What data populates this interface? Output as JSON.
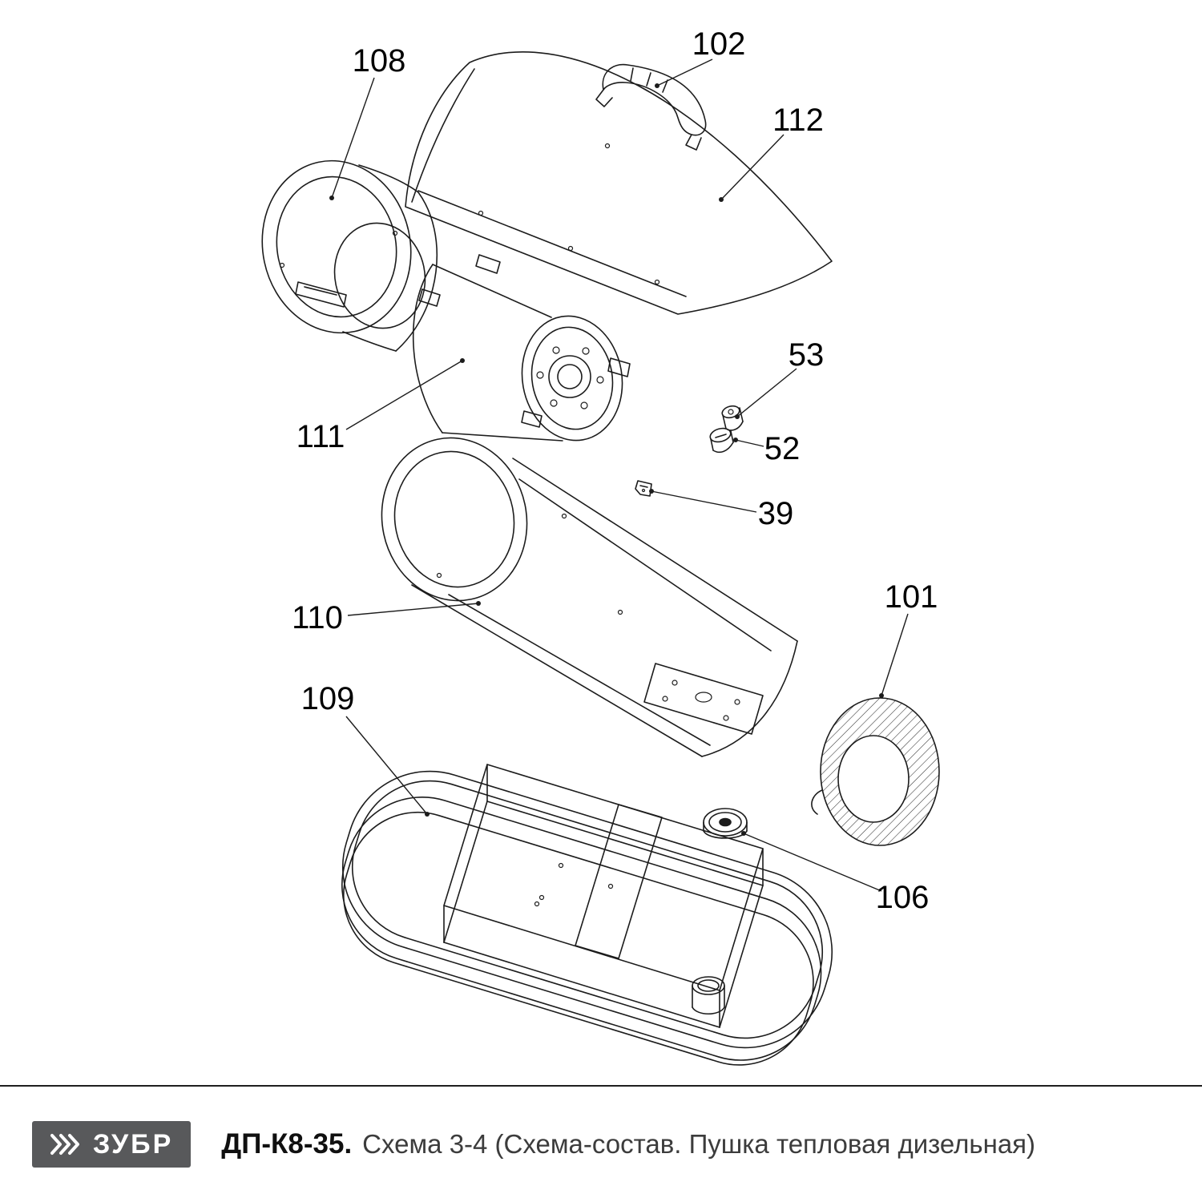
{
  "callouts": [
    {
      "id": "108",
      "label": "108"
    },
    {
      "id": "102",
      "label": "102"
    },
    {
      "id": "112",
      "label": "112"
    },
    {
      "id": "53",
      "label": "53"
    },
    {
      "id": "52",
      "label": "52"
    },
    {
      "id": "39",
      "label": "39"
    },
    {
      "id": "111",
      "label": "111"
    },
    {
      "id": "110",
      "label": "110"
    },
    {
      "id": "101",
      "label": "101"
    },
    {
      "id": "109",
      "label": "109"
    },
    {
      "id": "106",
      "label": "106"
    }
  ],
  "footer": {
    "brand": "ЗУБР",
    "model": "ДП-К8-35.",
    "caption": "Схема 3-4 (Схема-состав. Пушка тепловая дизельная)"
  },
  "colors": {
    "line": "#1c1c1c",
    "logo_bg": "#58595b",
    "text": "#000000"
  }
}
